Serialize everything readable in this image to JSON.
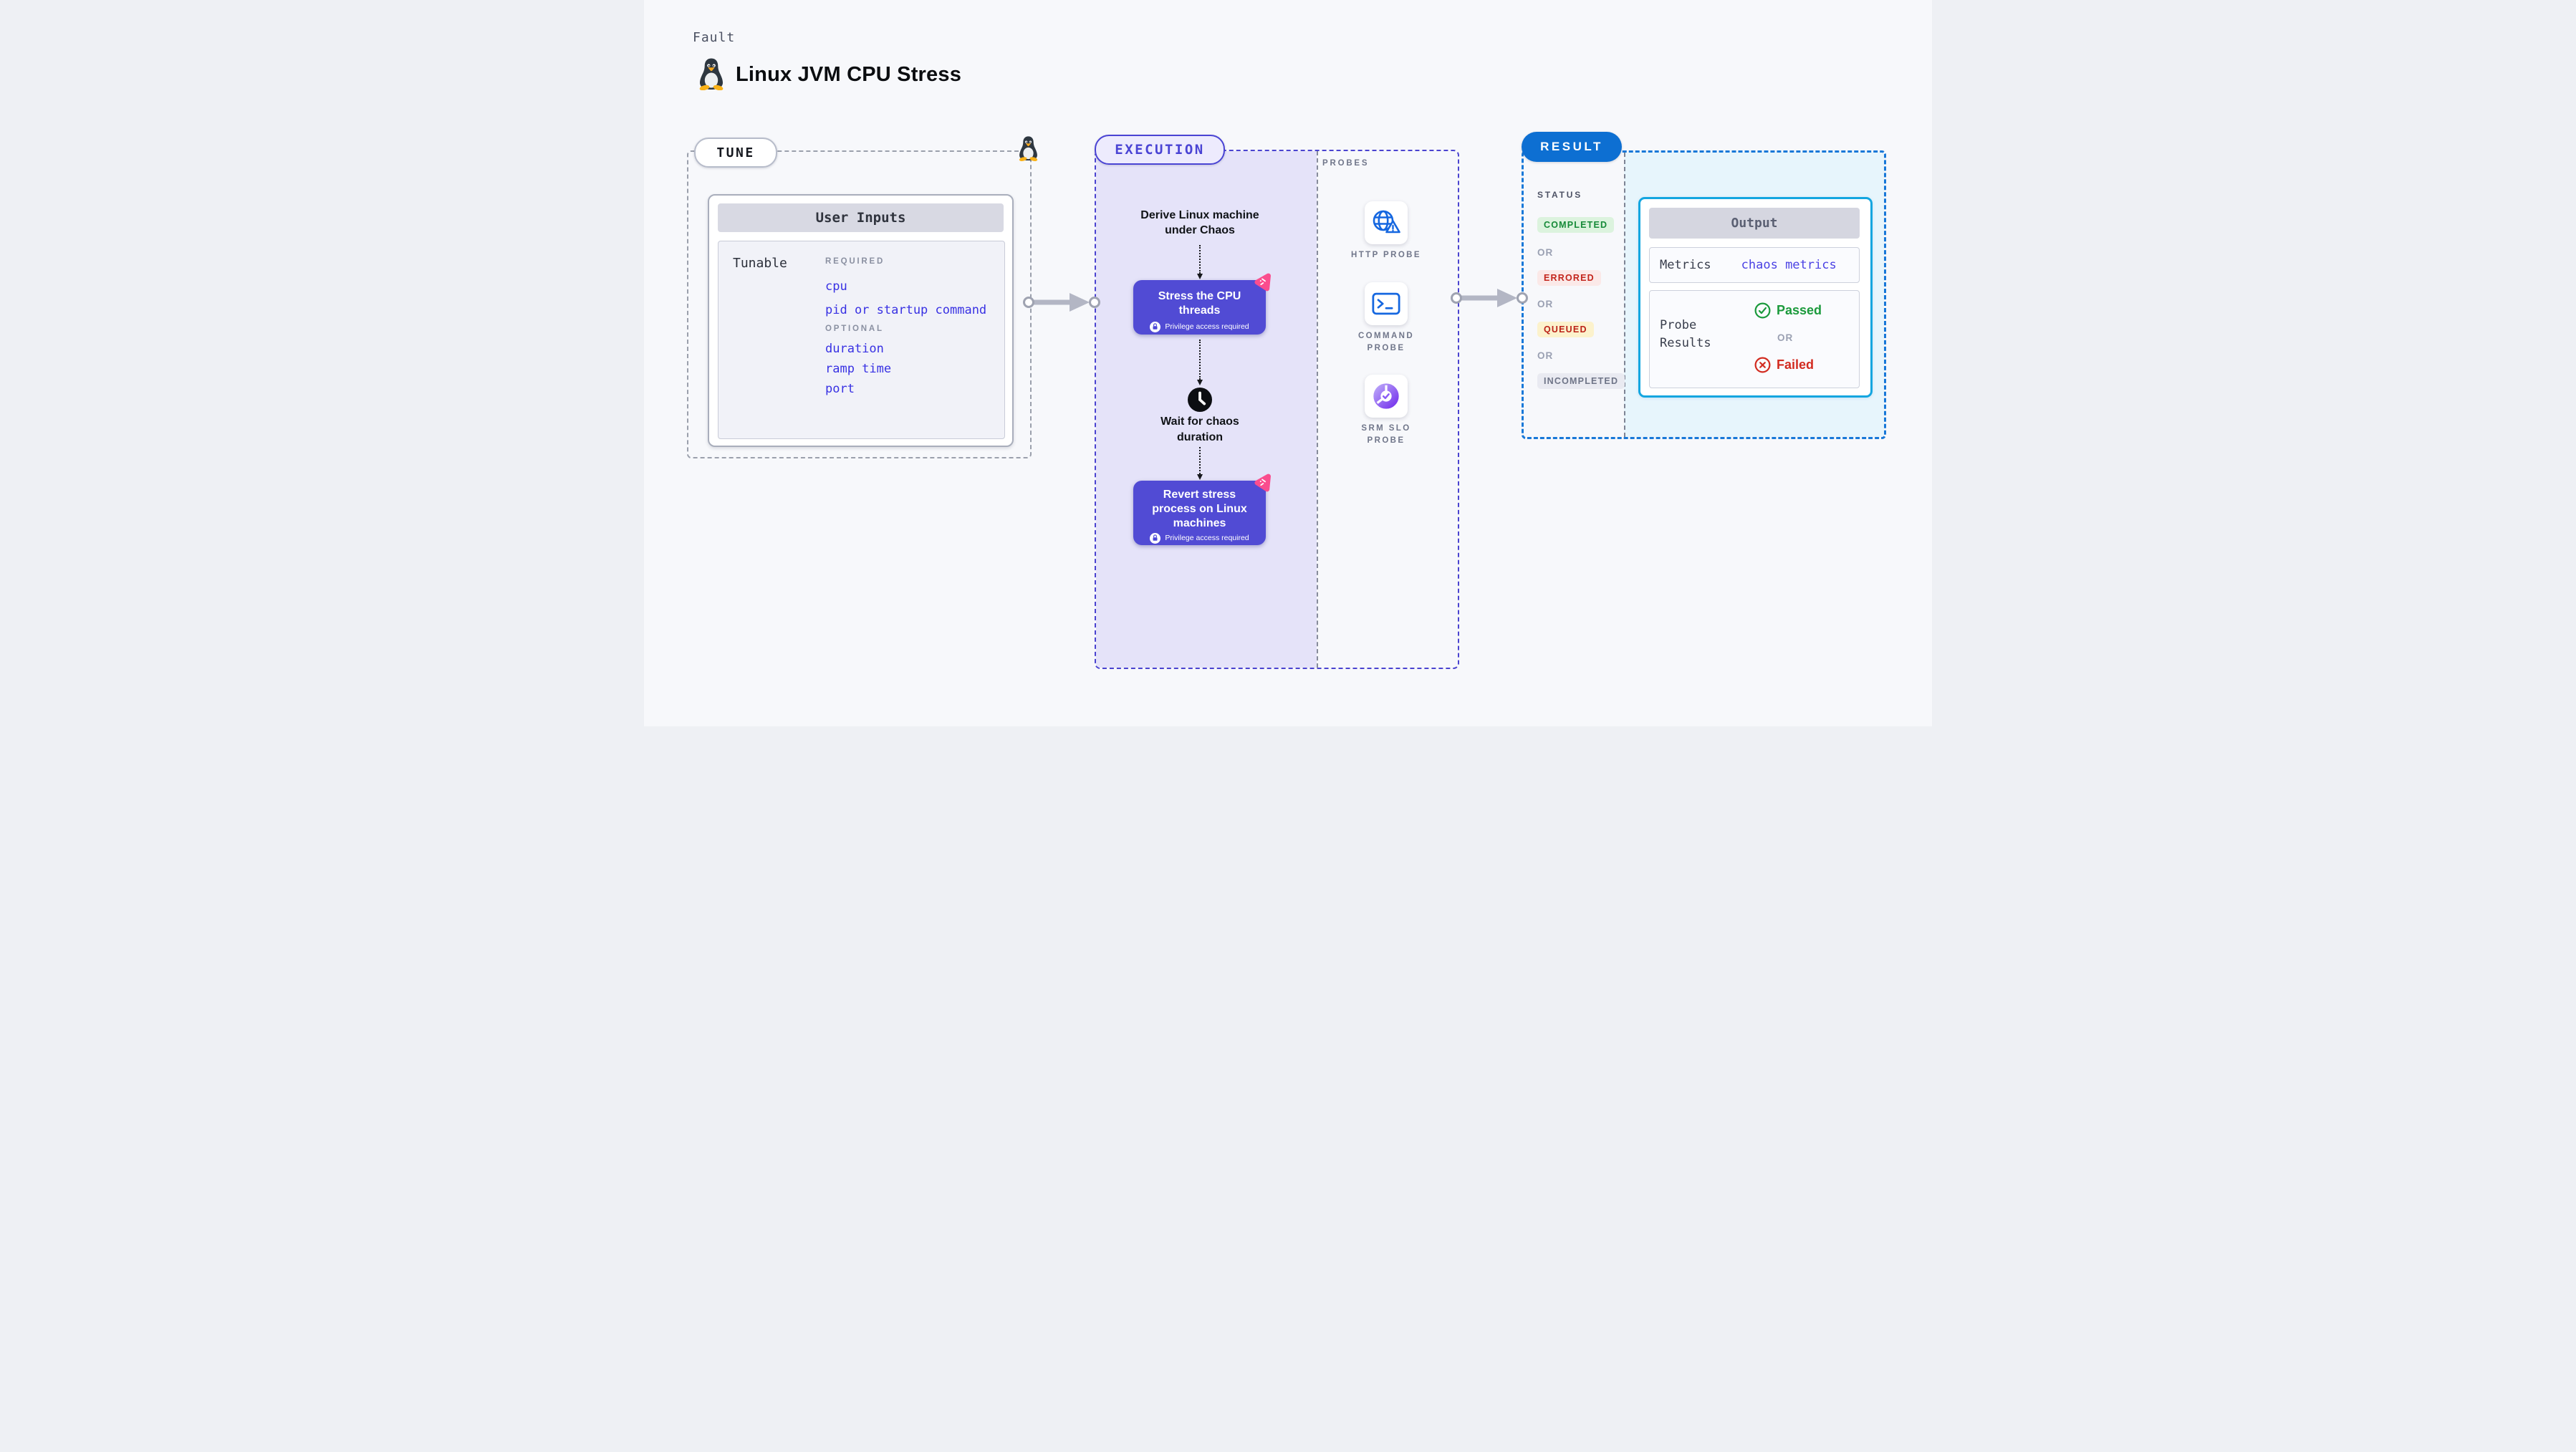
{
  "header": {
    "kicker": "Fault",
    "title": "Linux JVM CPU Stress",
    "title_icon": "linux-tux-icon"
  },
  "tune": {
    "pill_label": "TUNE",
    "corner_icon": "linux-tux-icon",
    "card": {
      "title": "User Inputs",
      "row_label": "Tunable",
      "groups": [
        {
          "label": "REQUIRED",
          "items": [
            "cpu",
            "pid or startup command"
          ]
        },
        {
          "label": "OPTIONAL",
          "items": [
            "duration",
            "ramp time",
            "port"
          ]
        }
      ]
    }
  },
  "execution": {
    "pill_label": "EXECUTION",
    "derive_step": "Derive Linux machine under Chaos",
    "stress_step": {
      "label": "Stress the CPU threads",
      "note": "Privilege access required",
      "note_icon": "lock-icon",
      "corner_icon": "chaos-spray-icon"
    },
    "wait_step": {
      "label": "Wait for chaos duration",
      "icon": "clock-icon"
    },
    "revert_step": {
      "label": "Revert stress process on Linux machines",
      "note": "Privilege access required",
      "note_icon": "lock-icon",
      "corner_icon": "chaos-spray-icon"
    },
    "probes": {
      "label": "PROBES",
      "items": [
        {
          "label": "HTTP PROBE",
          "icon": "globe-alert-icon"
        },
        {
          "label": "COMMAND PROBE",
          "icon": "terminal-icon"
        },
        {
          "label": "SRM SLO PROBE",
          "icon": "slo-donut-icon"
        }
      ]
    }
  },
  "result": {
    "pill_label": "RESULT",
    "status": {
      "label": "STATUS",
      "separator": "OR",
      "badges": [
        {
          "label": "COMPLETED",
          "bg": "#dcf3de",
          "color": "#168a38"
        },
        {
          "label": "ERRORED",
          "bg": "#fbe9e8",
          "color": "#c3251c"
        },
        {
          "label": "QUEUED",
          "bg": "#fcf2cc",
          "color": "#bb2318"
        },
        {
          "label": "INCOMPLETED",
          "bg": "#e9eaf1",
          "color": "#6e7487"
        }
      ]
    },
    "output": {
      "title": "Output",
      "metrics_label": "Metrics",
      "metrics_value": "chaos metrics",
      "probe_results_label": "Probe Results",
      "passed_label": "Passed",
      "failed_label": "Failed",
      "separator": "OR"
    }
  },
  "colors": {
    "page_bg": "#f7f8fb",
    "lavender_fill": "#e5e3f9",
    "execution_accent": "#4a44d4",
    "button_indigo": "#514bd4",
    "link_blue": "#3831e3",
    "result_blue": "#0d6fd2",
    "output_cyan_border": "#14a6e0",
    "output_cyan_fill": "#e7f5fc",
    "chaos_pink": "#fa4d8e",
    "passed_green": "#1b9a3c",
    "failed_red": "#d22b20",
    "probe_icon_blue": "#1567e0"
  }
}
